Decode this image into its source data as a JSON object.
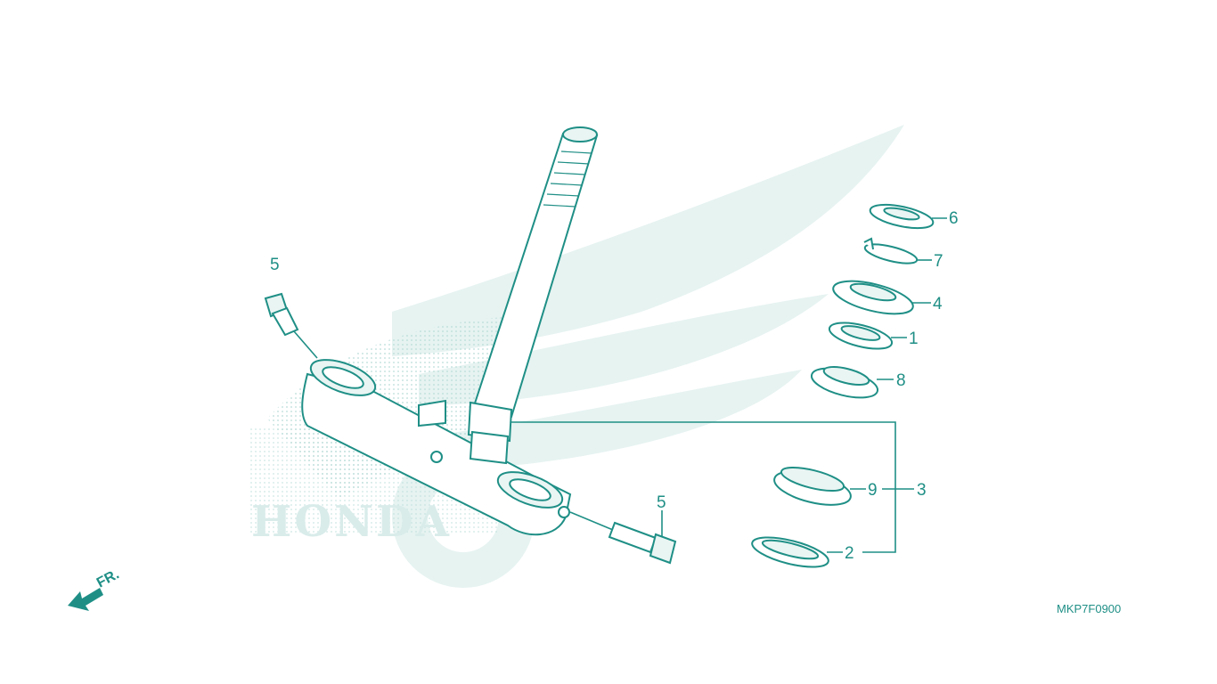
{
  "watermark_text": "HONDA",
  "diagram_code": "MKP7F0900",
  "front_indicator": "FR.",
  "callouts": {
    "bolt_upper": "5",
    "bolt_lower": "5",
    "nut": "6",
    "washer": "7",
    "adjust_nut": "4",
    "dust_seal": "1",
    "upper_bearing": "8",
    "lower_bearing": "9",
    "bearing_set": "3",
    "lower_race": "2"
  },
  "colors": {
    "line": "#1f8f86",
    "watermark": "#d9ecea",
    "background": "#ffffff"
  }
}
